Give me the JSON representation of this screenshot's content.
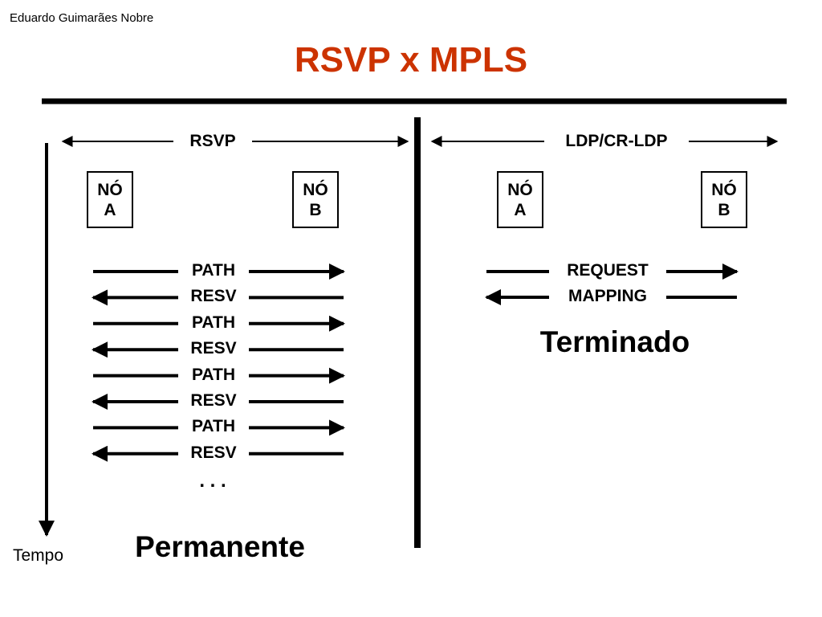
{
  "author": "Eduardo Guimarães Nobre",
  "title": "RSVP x MPLS",
  "title_color": "#cc3300",
  "left_panel": {
    "protocol_label": "RSVP",
    "node_a": {
      "line1": "NÓ",
      "line2": "A"
    },
    "node_b": {
      "line1": "NÓ",
      "line2": "B"
    },
    "messages": [
      {
        "label": "PATH",
        "direction": "right"
      },
      {
        "label": "RESV",
        "direction": "left"
      },
      {
        "label": "PATH",
        "direction": "right"
      },
      {
        "label": "RESV",
        "direction": "left"
      },
      {
        "label": "PATH",
        "direction": "right"
      },
      {
        "label": "RESV",
        "direction": "left"
      },
      {
        "label": "PATH",
        "direction": "right"
      },
      {
        "label": "RESV",
        "direction": "left"
      }
    ],
    "continuation": ". . .",
    "state_label": "Permanente"
  },
  "right_panel": {
    "protocol_label": "LDP/CR-LDP",
    "node_a": {
      "line1": "NÓ",
      "line2": "A"
    },
    "node_b": {
      "line1": "NÓ",
      "line2": "B"
    },
    "messages": [
      {
        "label": "REQUEST",
        "direction": "right"
      },
      {
        "label": "MAPPING",
        "direction": "left"
      }
    ],
    "state_label": "Terminado"
  },
  "time_axis_label": "Tempo"
}
